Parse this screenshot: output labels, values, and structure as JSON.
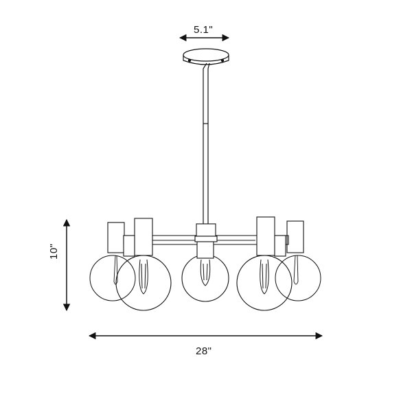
{
  "dimensions": {
    "canopy_width": "5.1\"",
    "overall_height": "10\"",
    "overall_width": "28\""
  },
  "colors": {
    "line": "#111111",
    "background": "#ffffff"
  },
  "fixture": {
    "type": "5-light chandelier",
    "lights": 5
  }
}
